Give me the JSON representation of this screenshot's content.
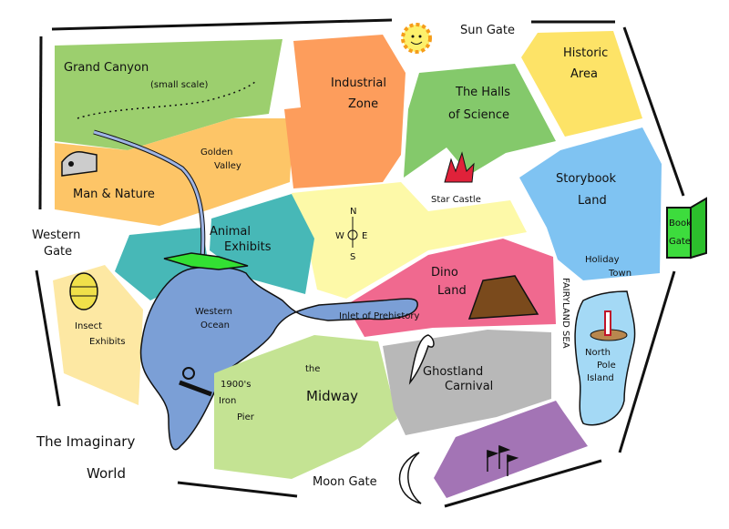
{
  "title": {
    "line1": "The Imaginary",
    "line2": "World"
  },
  "gates": {
    "sun": "Sun Gate",
    "moon": "Moon Gate",
    "western": [
      "Western",
      "Gate"
    ],
    "book": [
      "Book",
      "Gate"
    ]
  },
  "regions": {
    "grand_canyon": {
      "name": "Grand Canyon",
      "note": "(small scale)",
      "color": "#9ccf6e"
    },
    "man_nature": {
      "name": "Man & Nature",
      "color": "#fdc567"
    },
    "golden_valley": {
      "name": [
        "Golden",
        "Valley"
      ]
    },
    "industrial_zone": {
      "name": [
        "Industrial",
        "Zone"
      ],
      "color": "#fd9d5c"
    },
    "halls_of_science": {
      "name": [
        "The Halls",
        "of Science"
      ],
      "color": "#84c96b"
    },
    "historic_area": {
      "name": [
        "Historic",
        "Area"
      ],
      "color": "#fde367"
    },
    "star_castle": {
      "name": "Star Castle"
    },
    "storybook_land": {
      "name": [
        "Storybook",
        "Land"
      ],
      "color": "#7fc3f2"
    },
    "holiday_town": {
      "name": [
        "Holiday",
        "Town"
      ]
    },
    "animal_exhibits": {
      "name": [
        "Animal",
        "Exhibits"
      ],
      "color": "#47b8b7"
    },
    "center": {
      "color": "#fdf9a8"
    },
    "dino_land": {
      "name": [
        "Dino",
        "Land"
      ],
      "color": "#f0698f"
    },
    "inlet": {
      "name": "Inlet of Prehistory"
    },
    "insect_exhibits": {
      "name": [
        "Insect",
        "Exhibits"
      ],
      "color": "#fde8a3"
    },
    "western_ocean": {
      "name": [
        "Western",
        "Ocean"
      ],
      "color": "#7b9fd6"
    },
    "iron_pier": {
      "name": [
        "1900's",
        "Iron",
        "Pier"
      ]
    },
    "midway": {
      "name": [
        "the",
        "Midway"
      ],
      "color": "#c4e393"
    },
    "ghostland": {
      "name": [
        "Ghostland",
        "Carnival"
      ],
      "color": "#b8b8b8"
    },
    "purple": {
      "color": "#a374b5"
    },
    "fairyland_sea": {
      "name": "FAIRYLAND SEA"
    },
    "north_pole": {
      "name": [
        "North",
        "Pole",
        "Island"
      ],
      "color": "#a4d9f5"
    }
  },
  "compass": {
    "n": "N",
    "s": "S",
    "w": "W",
    "e": "E"
  }
}
